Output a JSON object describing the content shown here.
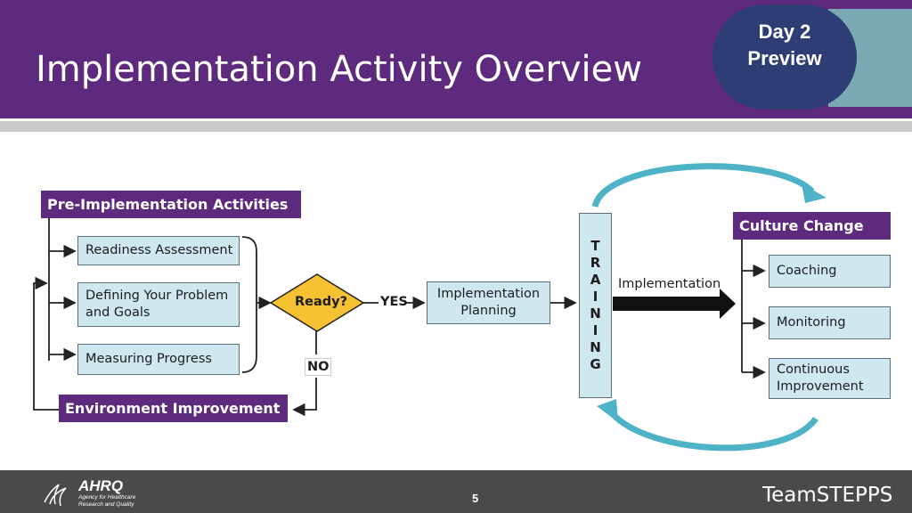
{
  "header": {
    "title": "Implementation Activity Overview",
    "badge_line1": "Day 2",
    "badge_line2": "Preview"
  },
  "diagram": {
    "pre_title": "Pre-Implementation Activities",
    "pre_items": [
      "Readiness Assessment",
      "Defining Your Problem and Goals",
      "Measuring Progress"
    ],
    "decision": "Ready?",
    "yes": "YES",
    "no": "NO",
    "planning": "Implementation Planning",
    "environment": "Environment Improvement",
    "training_letters": [
      "T",
      "R",
      "A",
      "I",
      "N",
      "I",
      "N",
      "G"
    ],
    "implementation": "Implementation",
    "culture_title": "Culture Change",
    "culture_items": [
      "Coaching",
      "Monitoring",
      "Continuous Improvement"
    ]
  },
  "footer": {
    "page_number": "5",
    "brand": "TeamSTEPPS",
    "agency_abbr": "AHRQ",
    "agency_line1": "Agency for Healthcare",
    "agency_line2": "Research and Quality"
  },
  "colors": {
    "header_purple": "#5e2a7e",
    "badge_navy": "#2e3e75",
    "box_fill": "#cfe8f0",
    "decision_yellow": "#f6c232",
    "arc_teal": "#4fb3c8"
  }
}
